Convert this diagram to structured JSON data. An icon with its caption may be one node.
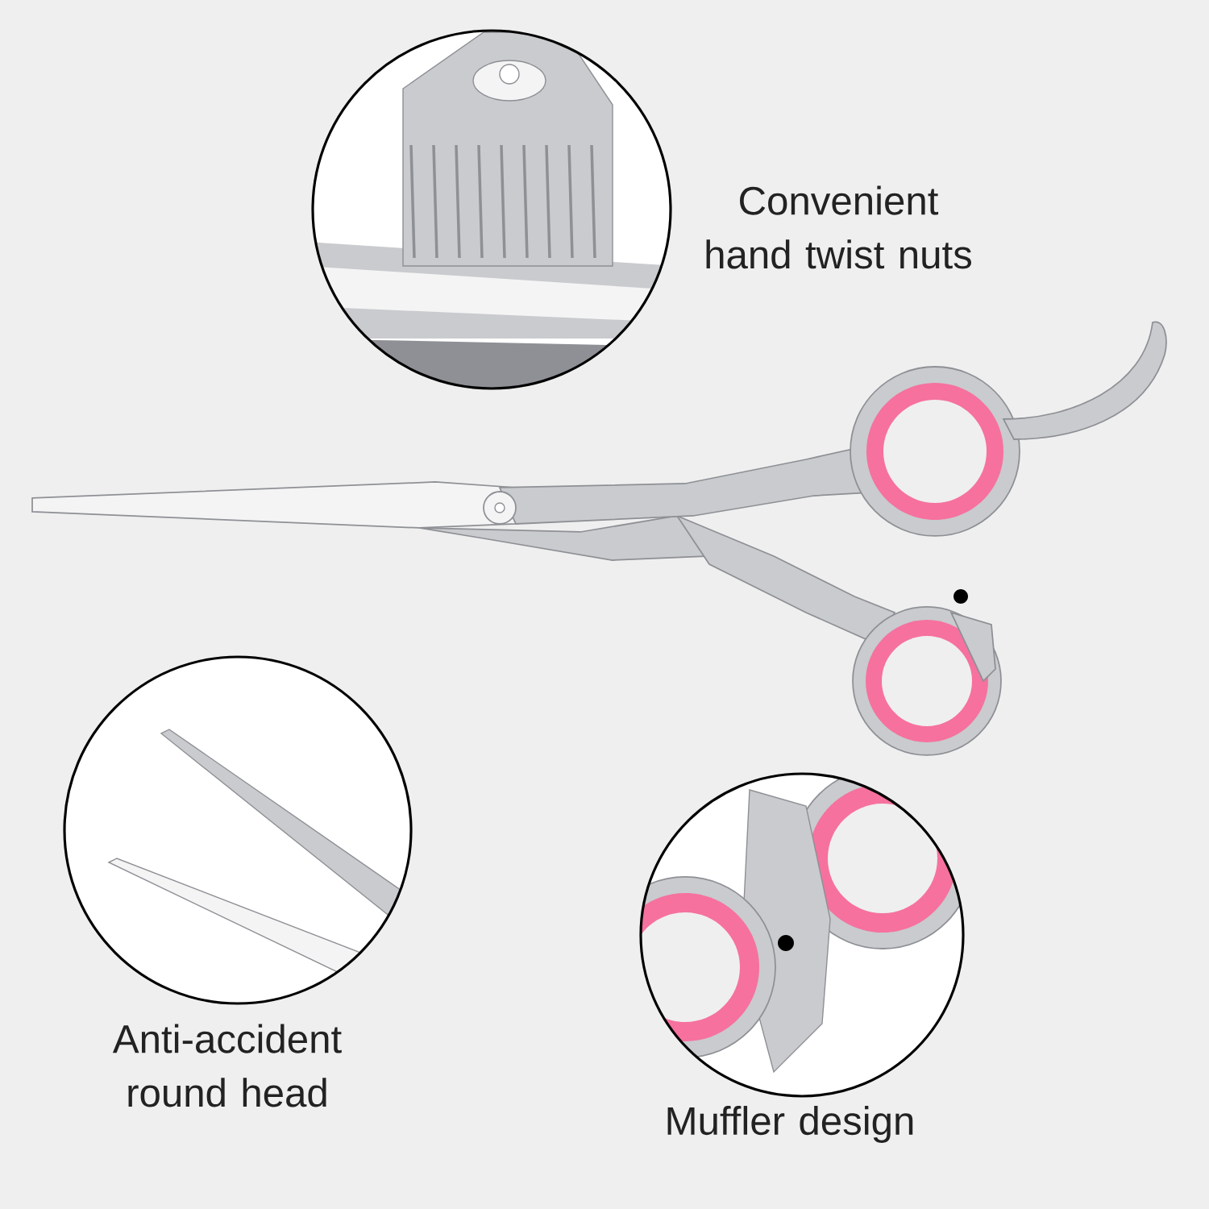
{
  "diagram": {
    "labels": [
      "Convenient hand twist nuts",
      "Anti-accident round head",
      "Muffler design"
    ]
  }
}
